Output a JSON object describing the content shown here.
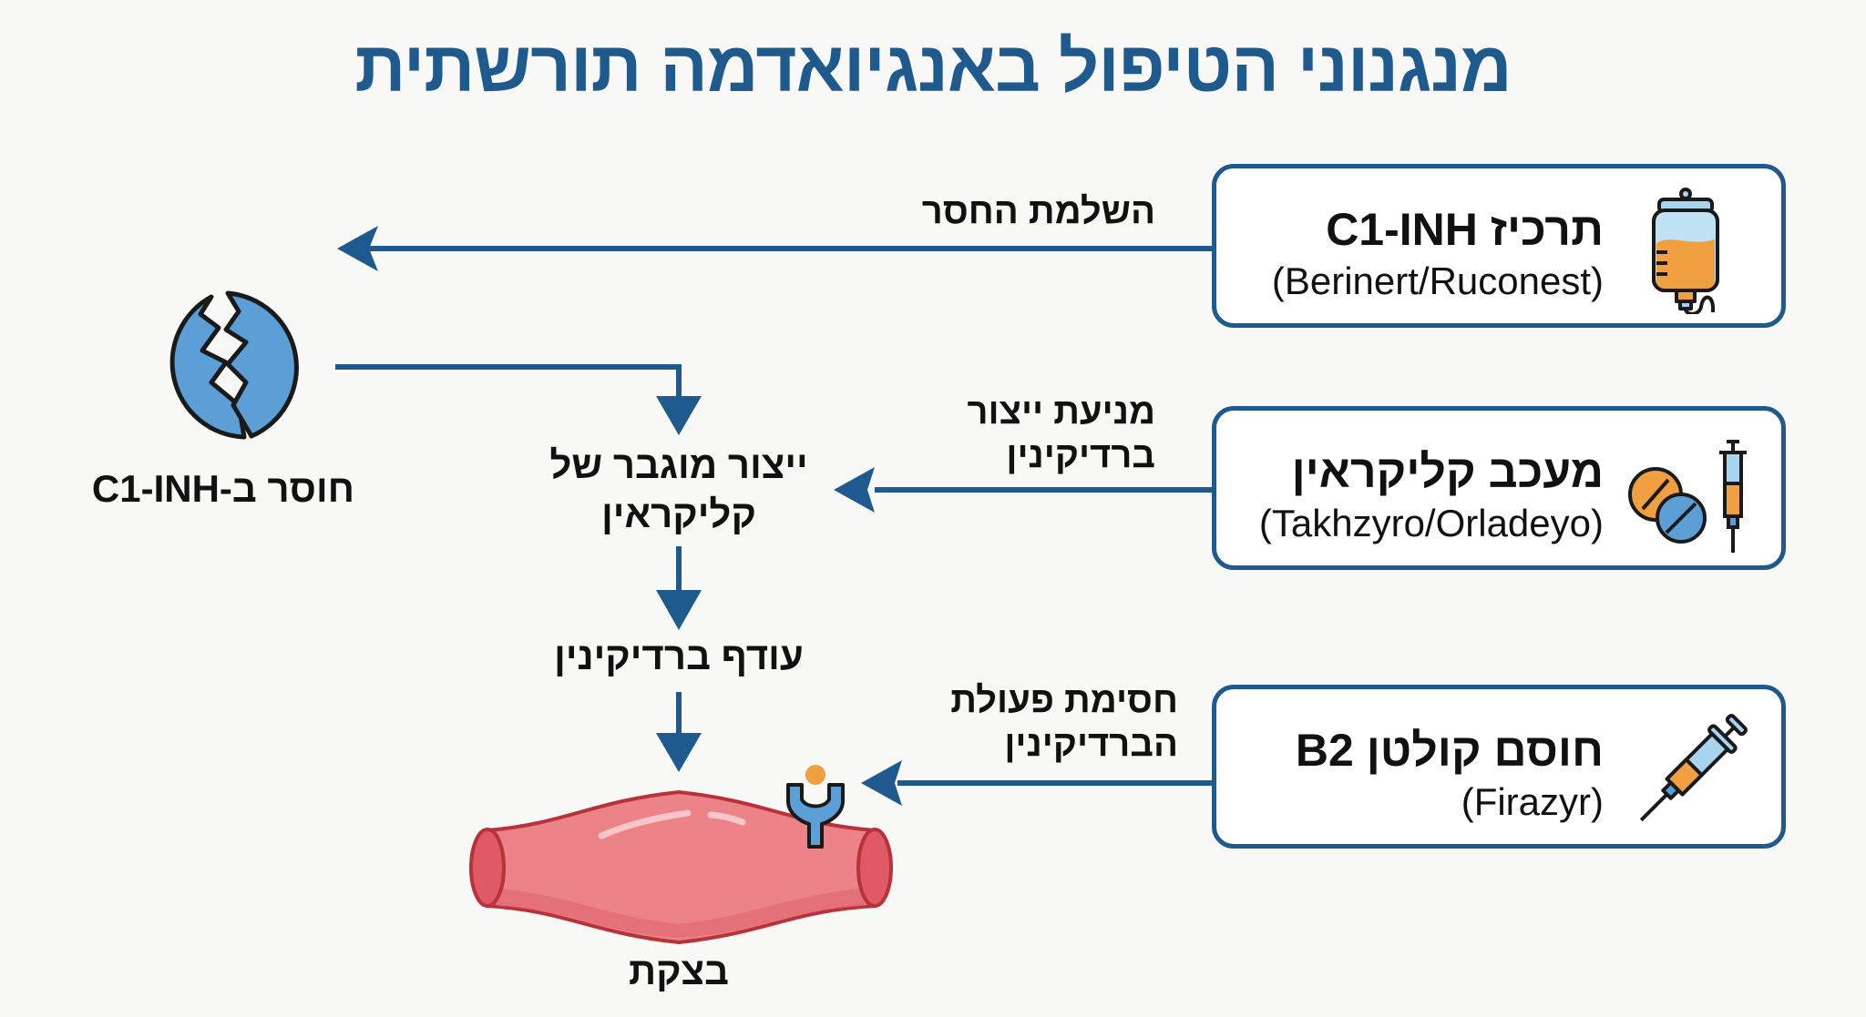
{
  "title": "מנגנוני הטיפול באנגיואדמה תורשתית",
  "colors": {
    "primary": "#1f5a8e",
    "accent_orange": "#f0a040",
    "accent_blue": "#5b9fd6",
    "vessel_red": "#e56b73",
    "background": "#f8f8f6"
  },
  "treatments": [
    {
      "name": "תרכיז C1-INH",
      "brands": "(Berinert/Ruconest)",
      "icon": "iv-bag-icon",
      "action_label": [
        "השלמת החסר"
      ]
    },
    {
      "name": "מעכב קליקראין",
      "brands": "(Takhzyro/Orladeyo)",
      "icon": "pills-syringe-icon",
      "action_label": [
        "מניעת ייצור",
        "ברדיקינין"
      ]
    },
    {
      "name": "חוסם קולטן B2",
      "brands": "(Firazyr)",
      "icon": "syringe-icon",
      "action_label": [
        "חסימת פעולת",
        "הברדיקינין"
      ]
    }
  ],
  "pathway": {
    "deficiency": "חוסר ב-C1-INH",
    "kallikrein": [
      "ייצור מוגבר של",
      "קליקראין"
    ],
    "bradykinin": "עודף ברדיקינין",
    "swelling": "בצקת"
  }
}
